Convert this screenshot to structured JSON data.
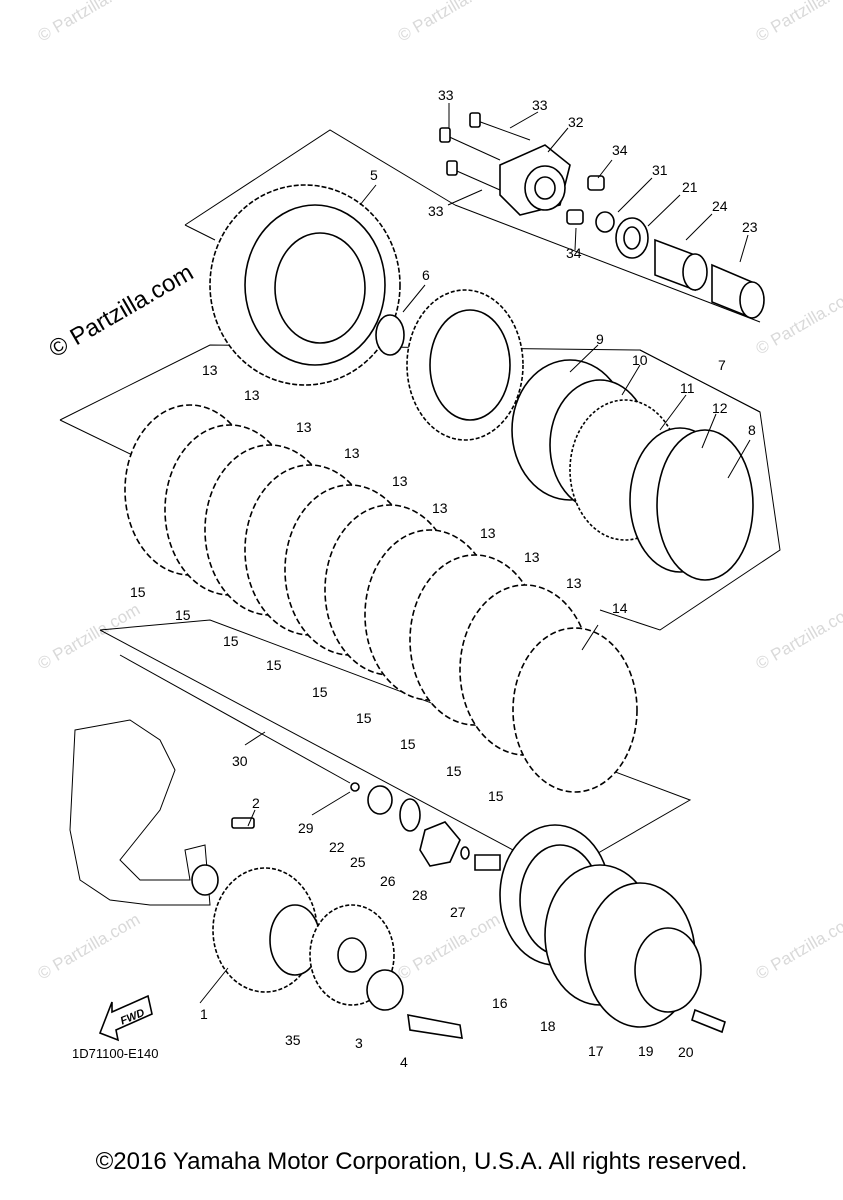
{
  "diagram": {
    "drawing_code": "1D71100-E140",
    "fwd_label": "FWD",
    "copyright": "©2016 Yamaha Motor Corporation, U.S.A. All rights reserved.",
    "watermark": "© Partzilla.com",
    "callouts": [
      "33",
      "33",
      "32",
      "34",
      "31",
      "21",
      "24",
      "23",
      "33",
      "34",
      "5",
      "6",
      "9",
      "10",
      "7",
      "11",
      "12",
      "8",
      "13",
      "13",
      "13",
      "13",
      "13",
      "13",
      "13",
      "13",
      "13",
      "14",
      "15",
      "15",
      "15",
      "15",
      "15",
      "15",
      "15",
      "15",
      "15",
      "30",
      "2",
      "29",
      "22",
      "25",
      "26",
      "28",
      "27",
      "16",
      "18",
      "17",
      "19",
      "20",
      "1",
      "35",
      "3",
      "4"
    ]
  }
}
